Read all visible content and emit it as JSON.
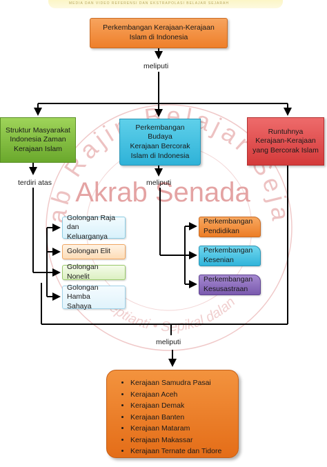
{
  "header_strip_text": "MEDIA DAN VIDEO REFERENSI DAN EKSTRAPOLASI BELAJAR SEJARAH",
  "watermark": {
    "main": "Akrab Senada",
    "arc_top": "Akrab Rajin Belajar Sejarah",
    "arc_bottom": "Septianti • Sepikal dalan"
  },
  "top_box": {
    "lines": [
      "Perkembangan Kerajaan-Kerajaan",
      "Islam di Indonesia"
    ]
  },
  "connector_1": "meliputi",
  "left_box": {
    "lines": [
      "Struktur Masyarakat",
      "Indonesia Zaman",
      "Kerajaan Islam"
    ]
  },
  "center_box": {
    "lines": [
      "Perkembangan",
      "Budaya",
      "Kerajaan Bercorak",
      "Islam di Indonesia"
    ]
  },
  "right_box": {
    "lines": [
      "Runtuhnya",
      "Kerajaan-Kerajaan",
      "yang Bercorak Islam"
    ]
  },
  "left_connector": "terdiri atas",
  "center_connector": "meliputi",
  "golongan": [
    {
      "lines": [
        "Golongan Raja",
        "dan Keluarganya"
      ]
    },
    {
      "lines": [
        "Golongan Elit"
      ]
    },
    {
      "lines": [
        "Golongan Nonelit"
      ]
    },
    {
      "lines": [
        "Golongan Hamba",
        "Sahaya"
      ]
    }
  ],
  "budaya": [
    {
      "lines": [
        "Perkembangan",
        "Pendidikan"
      ]
    },
    {
      "lines": [
        "Perkembangan",
        "Kesenian"
      ]
    },
    {
      "lines": [
        "Perkembangan",
        "Kesusastraan"
      ]
    }
  ],
  "connector_bottom": "meliputi",
  "kerajaan_list": [
    "Kerajaan Samudra Pasai",
    "Kerajaan Aceh",
    "Kerajaan Demak",
    "Kerajaan Banten",
    "Kerajaan Mataram",
    "Kerajaan Makassar",
    "Kerajaan Ternate dan Tidore"
  ],
  "colors": {
    "orange": "#ee7f2a",
    "green": "#6aa82c",
    "blue": "#2eb2d8",
    "red": "#d43a3a",
    "purple": "#7a5aae",
    "watermark": "#e4a3a3"
  }
}
